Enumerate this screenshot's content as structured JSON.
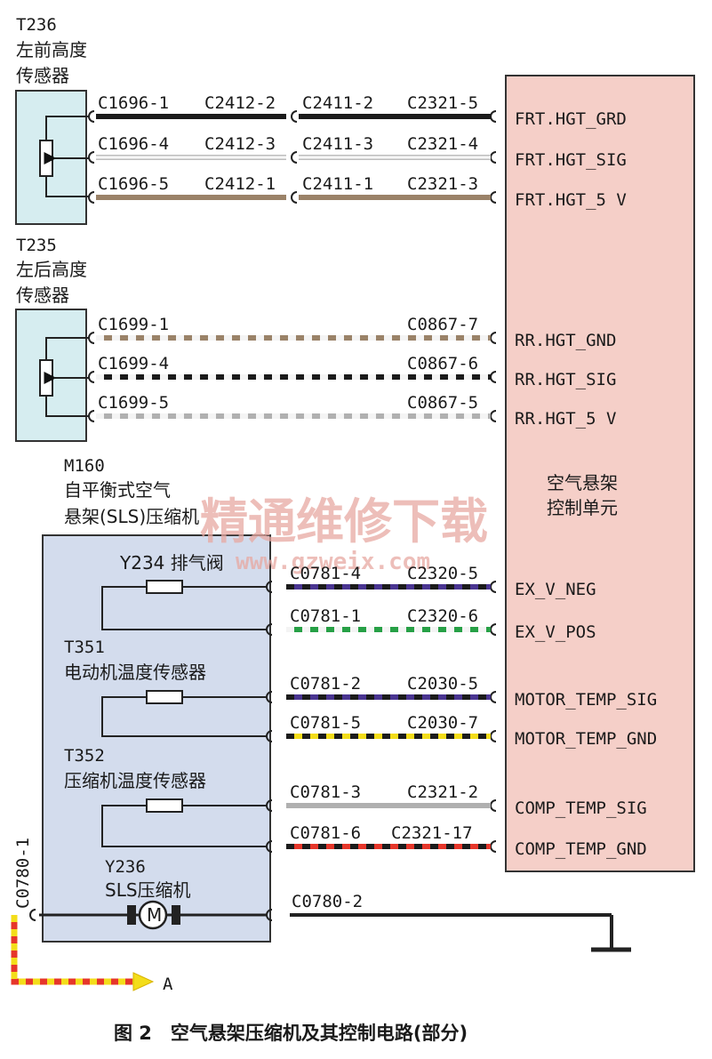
{
  "components": {
    "t236": {
      "id": "T236",
      "name_line1": "左前高度",
      "name_line2": "传感器"
    },
    "t235": {
      "id": "T235",
      "name_line1": "左后高度",
      "name_line2": "传感器"
    },
    "m160": {
      "id": "M160",
      "name_line1": "自平衡式空气",
      "name_line2": "悬架(SLS)压缩机"
    },
    "y234": {
      "label": "Y234 排气阀"
    },
    "t351": {
      "id": "T351",
      "name": "电动机温度传感器"
    },
    "t352": {
      "id": "T352",
      "name": "压缩机温度传感器"
    },
    "y236": {
      "id": "Y236",
      "name": "SLS压缩机"
    },
    "motor_symbol": "M",
    "ecu": {
      "name_line1": "空气悬架",
      "name_line2": "控制单元"
    }
  },
  "front_wires": [
    {
      "c1": "C1696-1",
      "c2": "C2412-2",
      "c3": "C2411-2",
      "c4": "C2321-5",
      "signal": "FRT.HGT_GRD",
      "color": "black"
    },
    {
      "c1": "C1696-4",
      "c2": "C2412-3",
      "c3": "C2411-3",
      "c4": "C2321-4",
      "signal": "FRT.HGT_SIG",
      "color": "white"
    },
    {
      "c1": "C1696-5",
      "c2": "C2412-1",
      "c3": "C2411-1",
      "c4": "C2321-3",
      "signal": "FRT.HGT_5 V",
      "color": "brown"
    }
  ],
  "rear_wires": [
    {
      "c1": "C1699-1",
      "c4": "C0867-7",
      "signal": "RR.HGT_GND",
      "color": "brown/white"
    },
    {
      "c1": "C1699-4",
      "c4": "C0867-6",
      "signal": "RR.HGT_SIG",
      "color": "black/white"
    },
    {
      "c1": "C1699-5",
      "c4": "C0867-5",
      "signal": "RR.HGT_5 V",
      "color": "grey/white"
    }
  ],
  "compressor_wires": [
    {
      "c1": "C0781-4",
      "c2": "C2320-5",
      "signal": "EX_V_NEG",
      "color": "violet/black"
    },
    {
      "c1": "C0781-1",
      "c2": "C2320-6",
      "signal": "EX_V_POS",
      "color": "green/white"
    },
    {
      "c1": "C0781-2",
      "c2": "C2030-5",
      "signal": "MOTOR_TEMP_SIG",
      "color": "violet/black"
    },
    {
      "c1": "C0781-5",
      "c2": "C2030-7",
      "signal": "MOTOR_TEMP_GND",
      "color": "yellow/black"
    },
    {
      "c1": "C0781-3",
      "c2": "C2321-2",
      "signal": "COMP_TEMP_SIG",
      "color": "grey"
    },
    {
      "c1": "C0781-6",
      "c2": "C2321-17",
      "signal": "COMP_TEMP_GND",
      "color": "red/black"
    }
  ],
  "motor_power": {
    "left": "C0780-1",
    "right": "C0780-2",
    "arrow": "A"
  },
  "watermark": {
    "text": "精通维修下载",
    "url": "www.gzweix.com"
  },
  "caption": "图 2　空气悬架压缩机及其控制电路(部分)",
  "colors": {
    "sensor_box": "#d6edf0",
    "compressor_box": "#d3dced",
    "ecu_box": "#f5cfc8",
    "black": "#1b1b1b",
    "white": "#f4f4f4",
    "brown": "#9a8268",
    "grey": "#b0b0b0",
    "violet": "#4a3591",
    "green": "#27a046",
    "yellow": "#f3dd1a",
    "red": "#e6362a"
  }
}
